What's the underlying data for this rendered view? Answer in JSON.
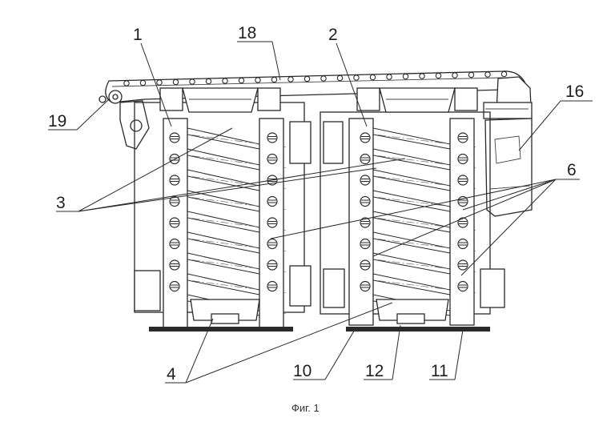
{
  "caption": "Фиг. 1",
  "labels": {
    "l1": "1",
    "l2": "2",
    "l3": "3",
    "l4": "4",
    "l6": "6",
    "l10": "10",
    "l11": "11",
    "l12": "12",
    "l16": "16",
    "l18": "18",
    "l19": "19"
  }
}
